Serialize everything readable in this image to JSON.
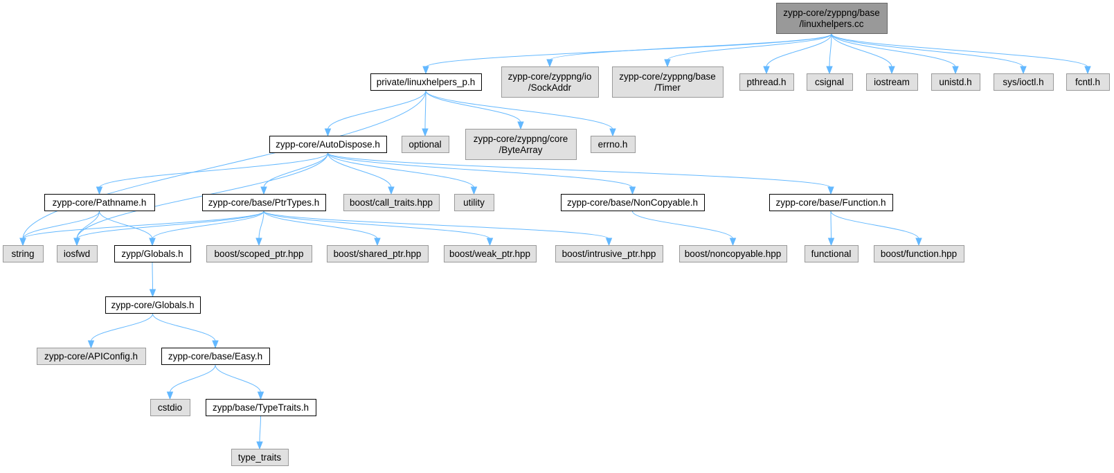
{
  "diagram": {
    "nodes": [
      {
        "id": "root",
        "lines": [
          "zypp-core/zyppng/base",
          "/linuxhelpers.cc"
        ],
        "style": "root"
      },
      {
        "id": "linuxhelpers_p",
        "lines": [
          "private/linuxhelpers_p.h"
        ],
        "style": "documented"
      },
      {
        "id": "sockaddr",
        "lines": [
          "zypp-core/zyppng/io",
          "/SockAddr"
        ],
        "style": "external"
      },
      {
        "id": "timer",
        "lines": [
          "zypp-core/zyppng/base",
          "/Timer"
        ],
        "style": "external"
      },
      {
        "id": "pthread",
        "lines": [
          "pthread.h"
        ],
        "style": "external"
      },
      {
        "id": "csignal",
        "lines": [
          "csignal"
        ],
        "style": "external"
      },
      {
        "id": "iostream",
        "lines": [
          "iostream"
        ],
        "style": "external"
      },
      {
        "id": "unistd",
        "lines": [
          "unistd.h"
        ],
        "style": "external"
      },
      {
        "id": "ioctl",
        "lines": [
          "sys/ioctl.h"
        ],
        "style": "external"
      },
      {
        "id": "fcntl",
        "lines": [
          "fcntl.h"
        ],
        "style": "external"
      },
      {
        "id": "autodispose",
        "lines": [
          "zypp-core/AutoDispose.h"
        ],
        "style": "documented"
      },
      {
        "id": "optional",
        "lines": [
          "optional"
        ],
        "style": "external"
      },
      {
        "id": "bytearray",
        "lines": [
          "zypp-core/zyppng/core",
          "/ByteArray"
        ],
        "style": "external"
      },
      {
        "id": "errno",
        "lines": [
          "errno.h"
        ],
        "style": "external"
      },
      {
        "id": "pathname",
        "lines": [
          "zypp-core/Pathname.h"
        ],
        "style": "documented"
      },
      {
        "id": "ptrtypes",
        "lines": [
          "zypp-core/base/PtrTypes.h"
        ],
        "style": "documented"
      },
      {
        "id": "calltraits",
        "lines": [
          "boost/call_traits.hpp"
        ],
        "style": "external"
      },
      {
        "id": "utility",
        "lines": [
          "utility"
        ],
        "style": "external"
      },
      {
        "id": "noncopyable",
        "lines": [
          "zypp-core/base/NonCopyable.h"
        ],
        "style": "documented"
      },
      {
        "id": "function",
        "lines": [
          "zypp-core/base/Function.h"
        ],
        "style": "documented"
      },
      {
        "id": "string",
        "lines": [
          "string"
        ],
        "style": "external"
      },
      {
        "id": "iosfwd",
        "lines": [
          "iosfwd"
        ],
        "style": "external"
      },
      {
        "id": "zyppglobals",
        "lines": [
          "zypp/Globals.h"
        ],
        "style": "documented"
      },
      {
        "id": "scopedptr",
        "lines": [
          "boost/scoped_ptr.hpp"
        ],
        "style": "external"
      },
      {
        "id": "sharedptr",
        "lines": [
          "boost/shared_ptr.hpp"
        ],
        "style": "external"
      },
      {
        "id": "weakptr",
        "lines": [
          "boost/weak_ptr.hpp"
        ],
        "style": "external"
      },
      {
        "id": "intrusiveptr",
        "lines": [
          "boost/intrusive_ptr.hpp"
        ],
        "style": "external"
      },
      {
        "id": "boostnoncopyable",
        "lines": [
          "boost/noncopyable.hpp"
        ],
        "style": "external"
      },
      {
        "id": "functional",
        "lines": [
          "functional"
        ],
        "style": "external"
      },
      {
        "id": "boostfunction",
        "lines": [
          "boost/function.hpp"
        ],
        "style": "external"
      },
      {
        "id": "coreglobals",
        "lines": [
          "zypp-core/Globals.h"
        ],
        "style": "documented"
      },
      {
        "id": "apiconfig",
        "lines": [
          "zypp-core/APIConfig.h"
        ],
        "style": "external"
      },
      {
        "id": "easy",
        "lines": [
          "zypp-core/base/Easy.h"
        ],
        "style": "documented"
      },
      {
        "id": "cstdio",
        "lines": [
          "cstdio"
        ],
        "style": "external"
      },
      {
        "id": "typetraitsh",
        "lines": [
          "zypp/base/TypeTraits.h"
        ],
        "style": "documented"
      },
      {
        "id": "type_traits",
        "lines": [
          "type_traits"
        ],
        "style": "external"
      }
    ],
    "edges": [
      [
        "root",
        "linuxhelpers_p"
      ],
      [
        "root",
        "sockaddr"
      ],
      [
        "root",
        "timer"
      ],
      [
        "root",
        "pthread"
      ],
      [
        "root",
        "csignal"
      ],
      [
        "root",
        "iostream"
      ],
      [
        "root",
        "unistd"
      ],
      [
        "root",
        "ioctl"
      ],
      [
        "root",
        "fcntl"
      ],
      [
        "linuxhelpers_p",
        "string"
      ],
      [
        "linuxhelpers_p",
        "autodispose"
      ],
      [
        "linuxhelpers_p",
        "optional"
      ],
      [
        "linuxhelpers_p",
        "bytearray"
      ],
      [
        "linuxhelpers_p",
        "errno"
      ],
      [
        "autodispose",
        "iosfwd"
      ],
      [
        "autodispose",
        "pathname"
      ],
      [
        "autodispose",
        "ptrtypes"
      ],
      [
        "autodispose",
        "calltraits"
      ],
      [
        "autodispose",
        "utility"
      ],
      [
        "autodispose",
        "noncopyable"
      ],
      [
        "autodispose",
        "function"
      ],
      [
        "pathname",
        "string"
      ],
      [
        "pathname",
        "iosfwd"
      ],
      [
        "pathname",
        "zyppglobals"
      ],
      [
        "ptrtypes",
        "string"
      ],
      [
        "ptrtypes",
        "iosfwd"
      ],
      [
        "ptrtypes",
        "zyppglobals"
      ],
      [
        "ptrtypes",
        "scopedptr"
      ],
      [
        "ptrtypes",
        "sharedptr"
      ],
      [
        "ptrtypes",
        "weakptr"
      ],
      [
        "ptrtypes",
        "intrusiveptr"
      ],
      [
        "noncopyable",
        "boostnoncopyable"
      ],
      [
        "function",
        "functional"
      ],
      [
        "function",
        "boostfunction"
      ],
      [
        "zyppglobals",
        "coreglobals"
      ],
      [
        "coreglobals",
        "apiconfig"
      ],
      [
        "coreglobals",
        "easy"
      ],
      [
        "easy",
        "cstdio"
      ],
      [
        "easy",
        "typetraitsh"
      ],
      [
        "typetraitsh",
        "type_traits"
      ]
    ]
  }
}
